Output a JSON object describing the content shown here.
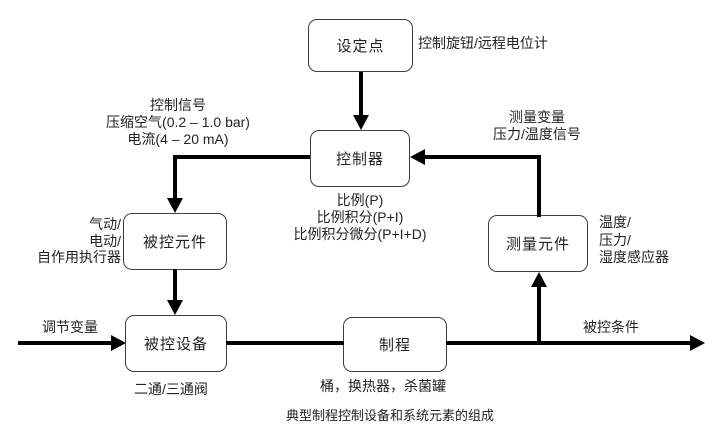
{
  "diagram": {
    "caption": "典型制程控制设备和系统元素的组成",
    "nodes": {
      "setpoint": {
        "label": "设定点"
      },
      "controller": {
        "label": "控制器"
      },
      "final_control_element": {
        "label": "被控元件"
      },
      "controlled_device": {
        "label": "被控设备"
      },
      "process": {
        "label": "制程"
      },
      "measuring_element": {
        "label": "测量元件"
      }
    },
    "annotations": {
      "setpoint_source": "控制旋钮/远程电位计",
      "control_signal": [
        "控制信号",
        "压缩空气(0.2 – 1.0 bar)",
        "电流(4 – 20 mA)"
      ],
      "measured_variable": [
        "测量变量",
        "压力/温度信号"
      ],
      "controller_modes": [
        "比例(P)",
        "比例积分(P+I)",
        "比例积分微分(P+I+D)"
      ],
      "actuator_types": [
        "气动/",
        "电动/",
        "自作用执行器"
      ],
      "sensor_types": [
        "温度/",
        "压力/",
        "湿度感应器"
      ],
      "valve_types": "二通/三通阀",
      "process_examples": "桶，换热器，杀菌罐",
      "manipulated_variable": "调节变量",
      "controlled_condition": "被控条件"
    },
    "colors": {
      "line": "#000000",
      "box_border": "#3e3e3e",
      "text": "#232323",
      "background": "#ffffff"
    }
  }
}
